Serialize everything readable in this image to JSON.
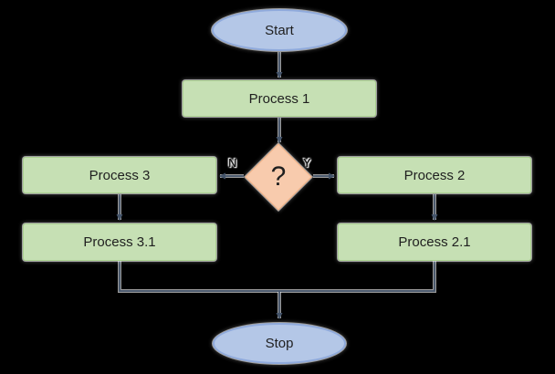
{
  "diagram": {
    "background_color": "#000000",
    "connector_color": "#44546a",
    "nodes": {
      "start": {
        "label": "Start",
        "shape": "terminator",
        "fill": "#b4c7e7",
        "border": "#8faadc"
      },
      "process_1": {
        "label": "Process 1",
        "shape": "process",
        "fill": "#c6e0b4",
        "border": "#a9d08e"
      },
      "decision": {
        "label": "?",
        "shape": "decision",
        "fill": "#f8cbad",
        "border": "#f4b183"
      },
      "process_3": {
        "label": "Process 3",
        "shape": "process",
        "fill": "#c6e0b4",
        "border": "#a9d08e"
      },
      "process_2": {
        "label": "Process 2",
        "shape": "process",
        "fill": "#c6e0b4",
        "border": "#a9d08e"
      },
      "process_3_1": {
        "label": "Process 3.1",
        "shape": "process",
        "fill": "#c6e0b4",
        "border": "#a9d08e"
      },
      "process_2_1": {
        "label": "Process 2.1",
        "shape": "process",
        "fill": "#c6e0b4",
        "border": "#a9d08e"
      },
      "stop": {
        "label": "Stop",
        "shape": "terminator",
        "fill": "#b4c7e7",
        "border": "#8faadc"
      }
    },
    "edge_labels": {
      "no": "N",
      "yes": "Y"
    }
  }
}
